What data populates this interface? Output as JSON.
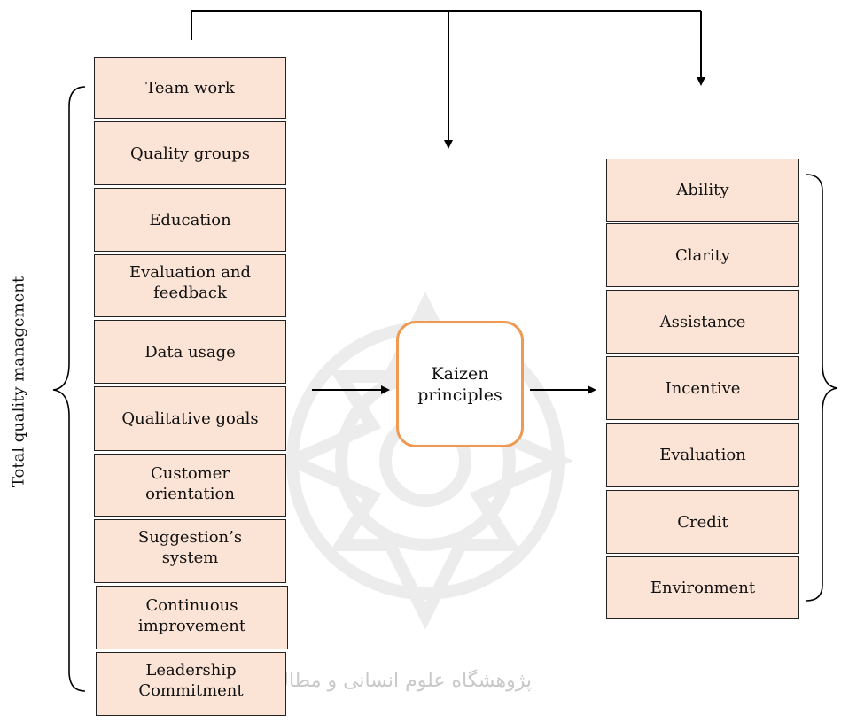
{
  "left_group_label": "Total quality management",
  "left_boxes": [
    "Team work",
    "Quality groups",
    "Education",
    "Evaluation and feedback",
    "Data usage",
    "Qualitative goals",
    "Customer orientation",
    "Suggestion’s system",
    "Continuous improvement",
    "Leadership Commitment"
  ],
  "center_box": "Kaizen principles",
  "right_boxes": [
    "Ability",
    "Clarity",
    "Assistance",
    "Incentive",
    "Evaluation",
    "Credit",
    "Environment"
  ],
  "watermark_text": "پژوهشگاه علوم انسانی و مطالعات فرهنگی",
  "colors": {
    "box_fill": "#fbe3d6",
    "box_border": "#222222",
    "kaizen_border": "#ee9a52",
    "line": "#000000"
  }
}
